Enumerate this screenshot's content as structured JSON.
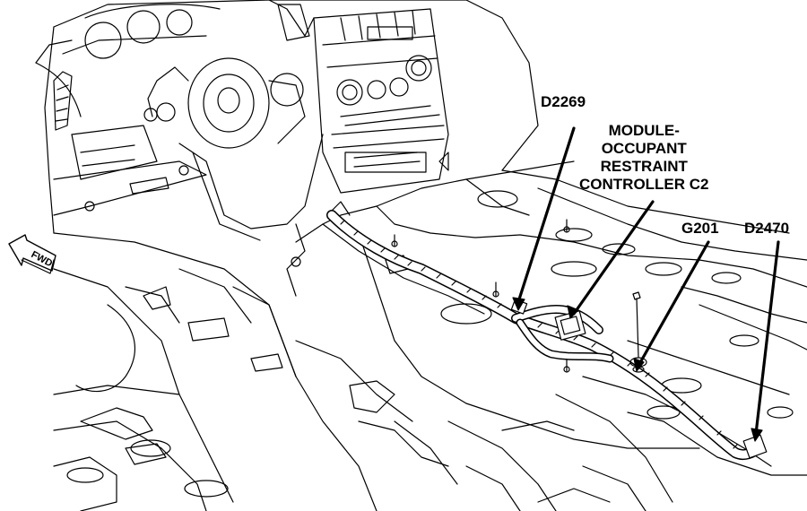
{
  "labels": {
    "d2269": "D2269",
    "module": "MODULE-\nOCCUPANT\nRESTRAINT\nCONTROLLER C2",
    "g201": "G201",
    "d2470": "D2470",
    "fwd": "FWD"
  },
  "colors": {
    "line": "#000000",
    "background": "#ffffff",
    "harness": "#ffffff"
  },
  "icons": {
    "forward_arrow": "fwd-arrow-icon"
  }
}
